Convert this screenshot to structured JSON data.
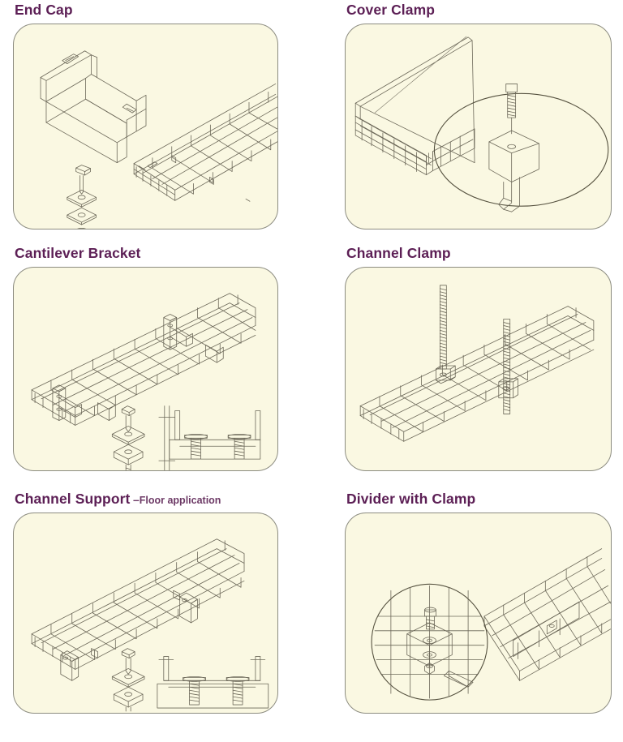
{
  "page": {
    "background_color": "#ffffff",
    "title_color": "#5c1f55",
    "panel_background_color": "#faf8e2",
    "panel_border_color": "#8c8c80",
    "drawing_line_color": "#6b6758",
    "columns": 2,
    "rows": 3
  },
  "cards": [
    {
      "id": "end-cap",
      "title": "End Cap",
      "subtitle": "",
      "illustration": "isometric line drawing of a U-shaped end cap bracket with two slotted holes, an exploded bolt-washer-nut fastener stack, and a wire mesh cable tray section"
    },
    {
      "id": "cover-clamp",
      "title": "Cover Clamp",
      "subtitle": "",
      "illustration": "isometric line drawing of a wire mesh cable tray with a flat cover, plus an oval magnified detail callout showing a J-hook cover clamp with a threaded screw"
    },
    {
      "id": "cantilever-bracket",
      "title": "Cantilever Bracket",
      "subtitle": "",
      "illustration": "isometric line drawing of a wire mesh cable tray supported on wall cantilever brackets, with an exploded fastener stack and a cross-section elevation detail of the wall channel with two screws"
    },
    {
      "id": "channel-clamp",
      "title": "Channel Clamp",
      "subtitle": "",
      "illustration": "isometric line drawing of a wire mesh cable tray suspended from two vertical threaded rods with channel clamps"
    },
    {
      "id": "channel-support",
      "title": "Channel Support",
      "subtitle": "Floor application",
      "subtitle_dash": "–",
      "illustration": "isometric line drawing of a wire mesh cable tray on floor-mounted channel supports, with an exploded fastener stack and a cross-section elevation detail of the floor channel with two screws"
    },
    {
      "id": "divider-with-clamp",
      "title": "Divider with Clamp",
      "subtitle": "",
      "illustration": "isometric line drawing of a wire mesh cable tray containing a divider, with a circular magnified detail callout showing the divider clamp and screw assembly"
    }
  ]
}
